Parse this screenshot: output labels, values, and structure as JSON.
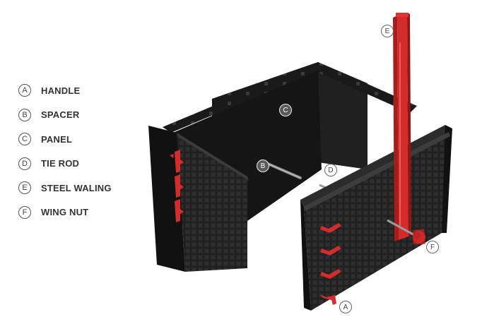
{
  "legend": [
    {
      "letter": "A",
      "label": "HANDLE"
    },
    {
      "letter": "B",
      "label": "SPACER"
    },
    {
      "letter": "C",
      "label": "PANEL"
    },
    {
      "letter": "D",
      "label": "TIE ROD"
    },
    {
      "letter": "E",
      "label": "STEEL WALING"
    },
    {
      "letter": "F",
      "label": "WING NUT"
    }
  ],
  "callouts": {
    "A": "A",
    "B": "B",
    "C": "C",
    "D": "D",
    "E": "E",
    "F": "F"
  },
  "colors": {
    "panel": "#1f1f1f",
    "accent_red": "#d42b2b",
    "text": "#333333"
  }
}
